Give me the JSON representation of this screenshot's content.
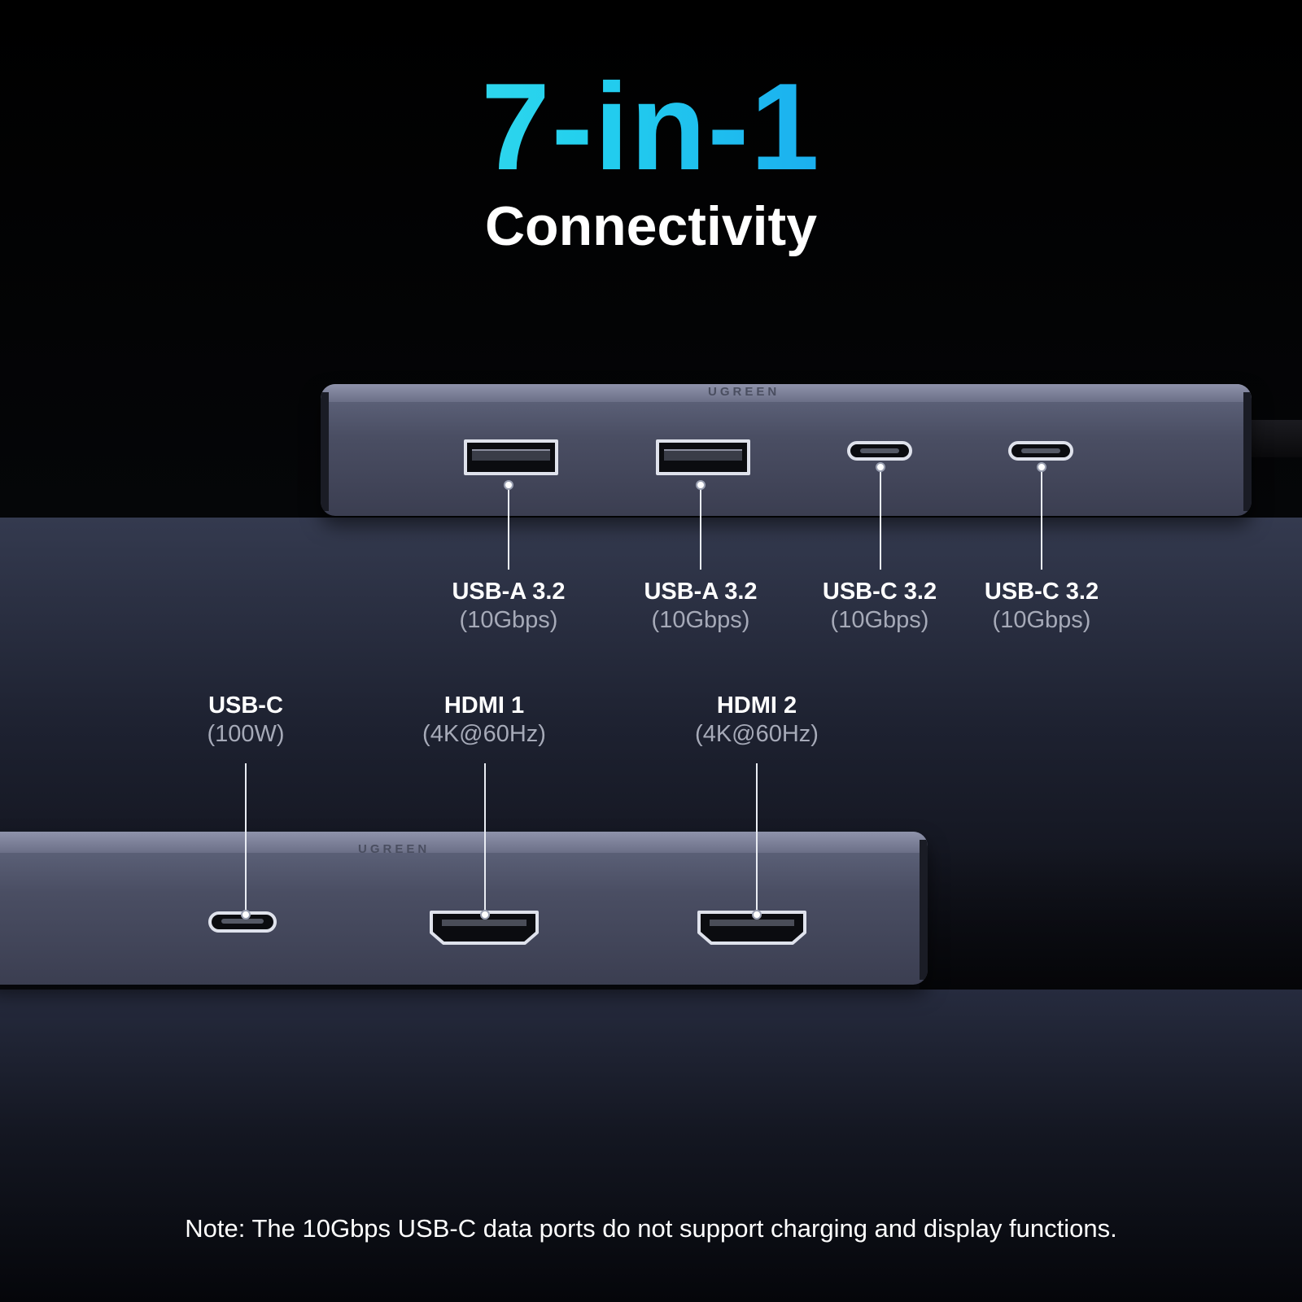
{
  "headline": "7-in-1",
  "subheadline": "Connectivity",
  "brand_engraving": "UGREEN",
  "top_ports": [
    {
      "name": "USB-A 3.2",
      "spec": "(10Gbps)",
      "kind": "usb-a"
    },
    {
      "name": "USB-A 3.2",
      "spec": "(10Gbps)",
      "kind": "usb-a"
    },
    {
      "name": "USB-C 3.2",
      "spec": "(10Gbps)",
      "kind": "usb-c"
    },
    {
      "name": "USB-C 3.2",
      "spec": "(10Gbps)",
      "kind": "usb-c"
    }
  ],
  "bottom_ports": [
    {
      "name": "USB-C",
      "spec": "(100W)",
      "kind": "usb-c"
    },
    {
      "name": "HDMI 1",
      "spec": "(4K@60Hz)",
      "kind": "hdmi"
    },
    {
      "name": "HDMI 2",
      "spec": "(4K@60Hz)",
      "kind": "hdmi"
    }
  ],
  "note": "Note: The 10Gbps USB-C data ports do not support charging and display functions.",
  "colors": {
    "headline_start": "#5ff0e6",
    "headline_end": "#0a6cf2",
    "hub_body": "#4a4e63",
    "spec_text": "#a6aab8"
  }
}
